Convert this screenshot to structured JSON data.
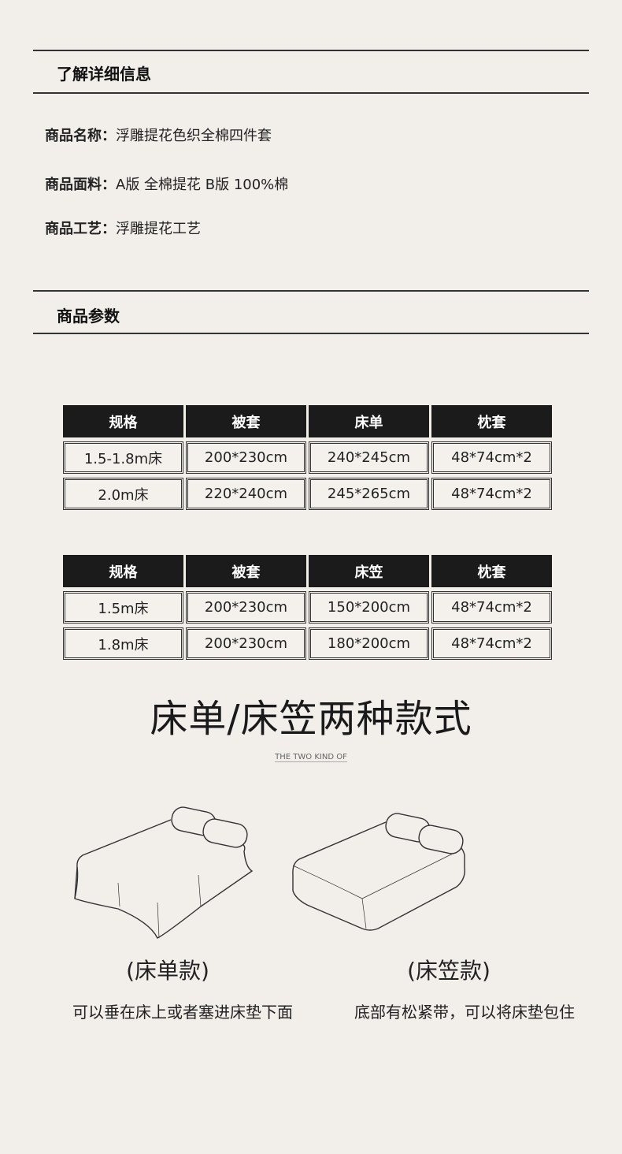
{
  "section1": {
    "title": "了解详细信息",
    "items": [
      {
        "label": "商品名称：",
        "value": "浮雕提花色织全棉四件套"
      },
      {
        "label": "商品面料：",
        "value": "A版 全棉提花 B版 100%棉"
      },
      {
        "label": "商品工艺：",
        "value": "浮雕提花工艺"
      }
    ]
  },
  "section2": {
    "title": "商品参数"
  },
  "table1": {
    "headers": [
      "规格",
      "被套",
      "床单",
      "枕套"
    ],
    "rows": [
      [
        "1.5-1.8m床",
        "200*230cm",
        "240*245cm",
        "48*74cm*2"
      ],
      [
        "2.0m床",
        "220*240cm",
        "245*265cm",
        "48*74cm*2"
      ]
    ]
  },
  "table2": {
    "headers": [
      "规格",
      "被套",
      "床笠",
      "枕套"
    ],
    "rows": [
      [
        "1.5m床",
        "200*230cm",
        "150*200cm",
        "48*74cm*2"
      ],
      [
        "1.8m床",
        "200*230cm",
        "180*200cm",
        "48*74cm*2"
      ]
    ]
  },
  "styles": {
    "title": "床单/床笠两种款式",
    "subtitle": "THE TWO KIND OF",
    "sheet": {
      "caption": "(床单款)",
      "desc": "可以垂在床上或者塞进床垫下面"
    },
    "fitted": {
      "caption": "(床笠款)",
      "desc": "底部有松紧带，可以将床垫包住"
    }
  }
}
